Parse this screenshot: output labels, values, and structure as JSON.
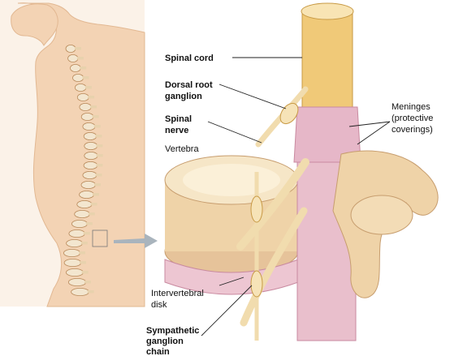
{
  "labels": {
    "spinal_cord": "Spinal cord",
    "dorsal_root_1": "Dorsal root",
    "dorsal_root_2": "ganglion",
    "spinal_nerve_1": "Spinal",
    "spinal_nerve_2": "nerve",
    "vertebra": "Vertebra",
    "meninges_1": "Meninges",
    "meninges_2": "(protective",
    "meninges_3": "coverings)",
    "disk_1": "Intervertebral",
    "disk_2": "disk",
    "sympathetic_1": "Sympathetic",
    "sympathetic_2": "ganglion",
    "sympathetic_3": "chain"
  },
  "colors": {
    "body_skin": "#f5dcc2",
    "bone": "#efd3a8",
    "cord": "#f0c978",
    "meninges": "#e6b7c8",
    "nerve": "#f1dcae",
    "arrow": "#a9b4bd"
  }
}
